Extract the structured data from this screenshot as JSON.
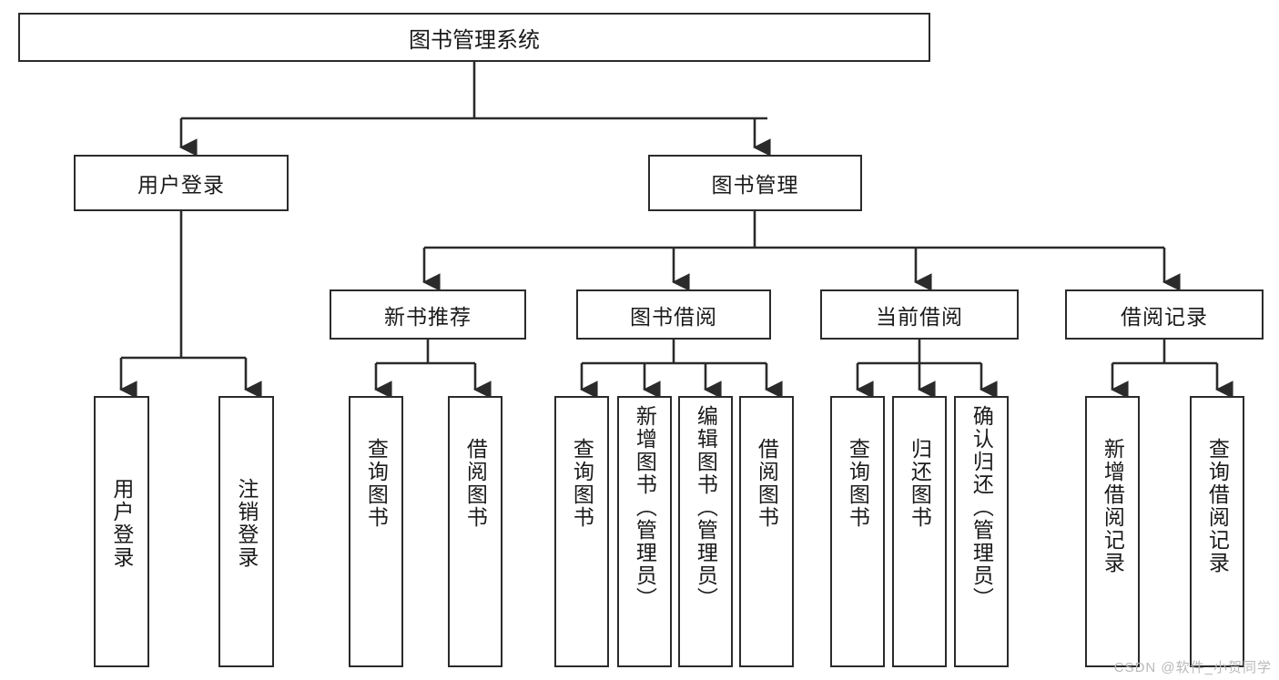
{
  "diagram": {
    "title": "图书管理系统",
    "root": {
      "label": "图书管理系统"
    },
    "level2": [
      {
        "label": "用户登录"
      },
      {
        "label": "图书管理"
      }
    ],
    "level3": [
      {
        "label": "新书推荐"
      },
      {
        "label": "图书借阅"
      },
      {
        "label": "当前借阅"
      },
      {
        "label": "借阅记录"
      }
    ],
    "leaves": [
      {
        "label": "用户登录",
        "parent": "用户登录"
      },
      {
        "label": "注销登录",
        "parent": "用户登录"
      },
      {
        "label": "查询图书",
        "parent": "新书推荐"
      },
      {
        "label": "借阅图书",
        "parent": "新书推荐"
      },
      {
        "label": "查询图书",
        "parent": "图书借阅"
      },
      {
        "label": "新增图书（管理员）",
        "parent": "图书借阅"
      },
      {
        "label": "编辑图书（管理员）",
        "parent": "图书借阅"
      },
      {
        "label": "借阅图书",
        "parent": "图书借阅"
      },
      {
        "label": "查询图书",
        "parent": "当前借阅"
      },
      {
        "label": "归还图书",
        "parent": "当前借阅"
      },
      {
        "label": "确认归还（管理员）",
        "parent": "当前借阅"
      },
      {
        "label": "新增借阅记录",
        "parent": "借阅记录"
      },
      {
        "label": "查询借阅记录",
        "parent": "借阅记录"
      }
    ]
  },
  "watermark": {
    "text": "CSDN @软件_小贺同学"
  },
  "colors": {
    "stroke": "#2b2b2b",
    "fill": "#ffffff",
    "text": "#1a1a1a",
    "watermark": "#b9b9b9"
  }
}
